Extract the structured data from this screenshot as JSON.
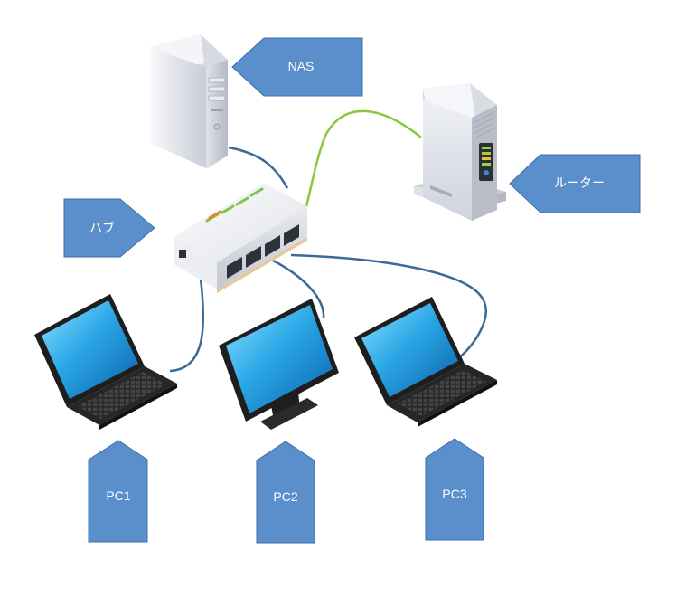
{
  "labels": {
    "nas": "NAS",
    "router": "ルーター",
    "hub": "ハブ",
    "pc1": "PC1",
    "pc2": "PC2",
    "pc3": "PC3"
  },
  "colors": {
    "callout_fill": "#5b8fcc",
    "callout_border": "#3f6fa8",
    "ethernet_cable": "#3b6a98",
    "router_cable": "#8cc63f",
    "device_white": "#eceef3",
    "laptop_body": "#1e1e1e",
    "screen_blue": "#2aa7e6"
  },
  "icons": {
    "nas": "tower-server-icon",
    "router": "router-icon",
    "hub": "network-hub-icon",
    "pc1": "laptop-icon",
    "pc2": "monitor-icon",
    "pc3": "laptop-icon"
  }
}
